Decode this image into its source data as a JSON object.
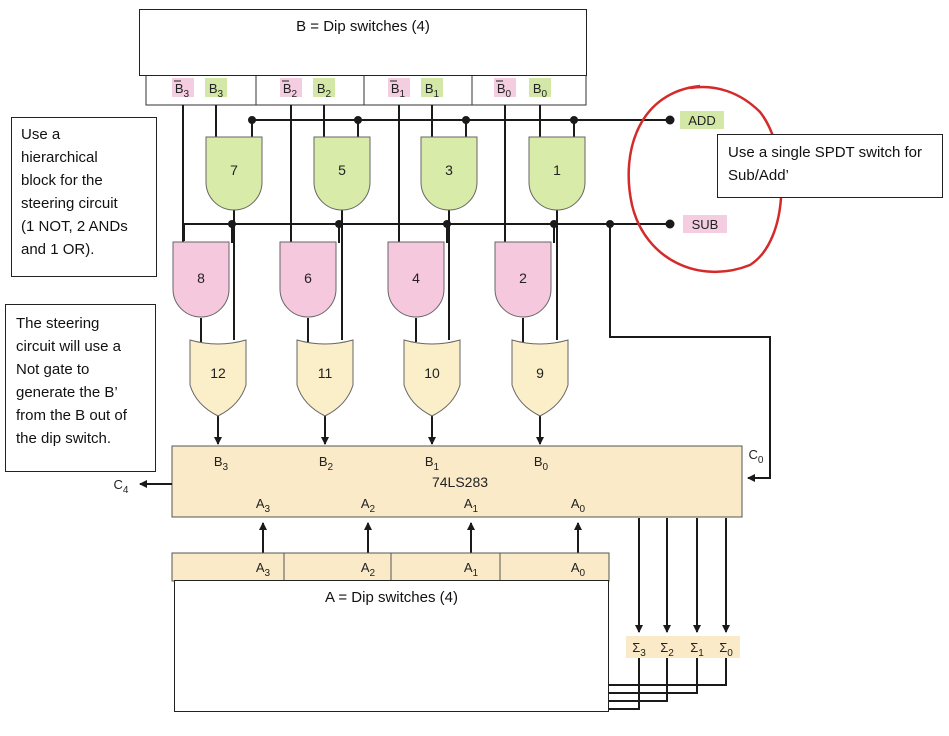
{
  "notes": {
    "b_dip_title": "B = Dip switches (4)",
    "a_dip_title": "A = Dip switches (4)",
    "hierarchical": [
      "Use a",
      "hierarchical",
      "block for the",
      "steering circuit",
      "(1 NOT, 2 ANDs",
      "and 1 OR)."
    ],
    "steering": [
      "The steering",
      "circuit will use a",
      "Not gate to",
      "generate the B’",
      "from the B out of",
      "the dip switch."
    ],
    "spdt": [
      "Use a single SPDT switch for",
      "Sub/Add’"
    ]
  },
  "signals": {
    "add": "ADD",
    "sub": "SUB"
  },
  "b_inputs": {
    "bar": [
      {
        "main": "B",
        "sub": "3"
      },
      {
        "main": "B",
        "sub": "2"
      },
      {
        "main": "B",
        "sub": "1"
      },
      {
        "main": "B",
        "sub": "0"
      }
    ],
    "true": [
      {
        "main": "B",
        "sub": "3"
      },
      {
        "main": "B",
        "sub": "2"
      },
      {
        "main": "B",
        "sub": "1"
      },
      {
        "main": "B",
        "sub": "0"
      }
    ]
  },
  "gates": {
    "and_green": [
      "7",
      "5",
      "3",
      "1"
    ],
    "and_pink": [
      "8",
      "6",
      "4",
      "2"
    ],
    "or": [
      "12",
      "11",
      "10",
      "9"
    ]
  },
  "adder": {
    "name": "74LS283",
    "b_pins": [
      {
        "main": "B",
        "sub": "3"
      },
      {
        "main": "B",
        "sub": "2"
      },
      {
        "main": "B",
        "sub": "1"
      },
      {
        "main": "B",
        "sub": "0"
      }
    ],
    "a_pins": [
      {
        "main": "A",
        "sub": "3"
      },
      {
        "main": "A",
        "sub": "2"
      },
      {
        "main": "A",
        "sub": "1"
      },
      {
        "main": "A",
        "sub": "0"
      }
    ],
    "carry_in": {
      "main": "C",
      "sub": "0"
    },
    "carry_out": {
      "main": "C",
      "sub": "4"
    }
  },
  "a_inputs": [
    {
      "main": "A",
      "sub": "3"
    },
    {
      "main": "A",
      "sub": "2"
    },
    {
      "main": "A",
      "sub": "1"
    },
    {
      "main": "A",
      "sub": "0"
    }
  ],
  "outputs": [
    {
      "main": "Σ",
      "sub": "3"
    },
    {
      "main": "Σ",
      "sub": "2"
    },
    {
      "main": "Σ",
      "sub": "1"
    },
    {
      "main": "Σ",
      "sub": "0"
    }
  ],
  "colors": {
    "and_green": "#d9eba8",
    "and_pink": "#f6c8de",
    "or_gate": "#fbefc9",
    "adder_fill": "#faeac8",
    "label_green": "#d3e8a6",
    "label_pink": "#f4cde0",
    "wire": "#1a1a1a",
    "annotation_red": "#d42a2a"
  }
}
